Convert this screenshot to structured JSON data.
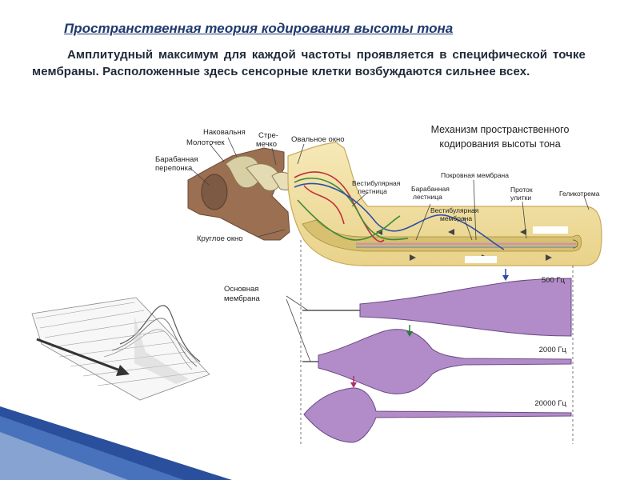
{
  "title": "Пространственная теория кодирования высоты тона",
  "paragraph": "Амплитудный максимум для каждой частоты проявляется в специфической точке мембраны. Расположенные здесь сенсорные клетки возбуждаются сильнее всех.",
  "diagram": {
    "heading_line1": "Механизм пространственного",
    "heading_line2": "кодирования высоты тона",
    "labels": {
      "anvil": "Наковальня",
      "hammer": "Молоточек",
      "stapes_1": "Стре-",
      "stapes_2": "мечко",
      "oval_window": "Овальное окно",
      "eardrum_1": "Барабанная",
      "eardrum_2": "перепонка",
      "round_window": "Круглое окно",
      "vestibular_scala_1": "Вестибулярная",
      "vestibular_scala_2": "лестница",
      "tympanic_scala_1": "Барабанная",
      "tympanic_scala_2": "лестница",
      "tectorial_membrane": "Покровная мембрана",
      "vestibular_membrane_1": "Вестибулярная",
      "vestibular_membrane_2": "мембрана",
      "cochlear_duct_1": "Проток",
      "cochlear_duct_2": "улитки",
      "helicotrema": "Геликотрема",
      "basilar_membrane_1": "Основная",
      "basilar_membrane_2": "мембрана"
    },
    "frequencies": [
      "500 Гц",
      "2000 Гц",
      "20000 Гц"
    ],
    "colors": {
      "membrane_fill": "#b28cc8",
      "membrane_stroke": "#6a4a86",
      "cochlea_fill": "#f3e4a6",
      "bone_fill": "#9a6f52",
      "wave_blue": "#2f4fa8",
      "wave_red": "#c2303a",
      "wave_green": "#3f8a3a",
      "arrow_500": "#2a4fa0",
      "arrow_2000": "#2f7a35",
      "arrow_20000": "#b0306a",
      "accent_blue": "#2a4f9c"
    }
  }
}
